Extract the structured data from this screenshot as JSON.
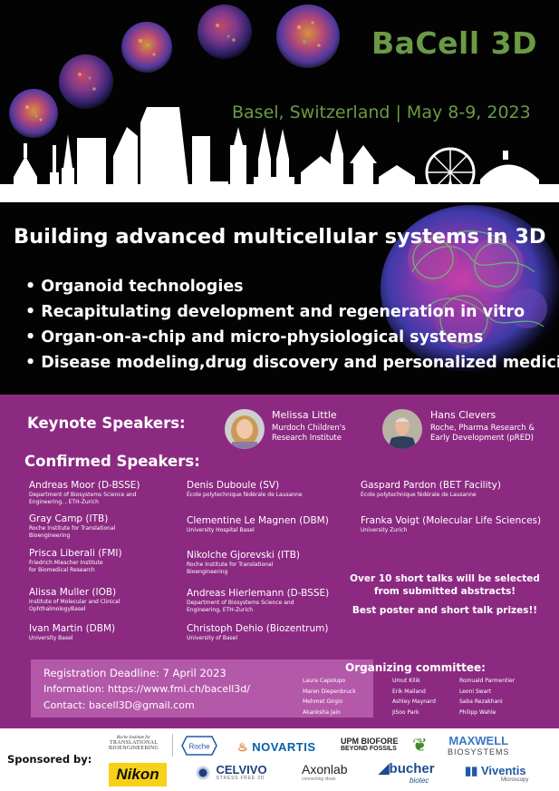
{
  "event": {
    "title": "BaCell 3D",
    "location": "Basel, Switzerland | May 8-9, 2023",
    "headline": "Building advanced multicellular systems in 3D",
    "topics": [
      "Organoid technologies",
      "Recapitulating development and regeneration in vitro",
      "Organ-on-a-chip and micro-physiological systems",
      "Disease modeling,drug discovery and personalized medicine"
    ]
  },
  "keynote": {
    "heading": "Keynote Speakers:",
    "speakers": [
      {
        "name": "Melissa Little",
        "affiliation_lines": [
          "Murdoch Children's",
          "Research Institute"
        ]
      },
      {
        "name": "Hans Clevers",
        "affiliation_lines": [
          "Roche, Pharma Research &",
          "Early Development (pRED)"
        ]
      }
    ]
  },
  "confirmed": {
    "heading": "Confirmed Speakers:",
    "columns": [
      [
        {
          "name": "Andreas Moor (D-BSSE)",
          "affiliation_lines": [
            "Department of Biosystems Science and",
            "Engineering, , ETH-Zurich"
          ]
        },
        {
          "name": "Gray Camp (ITB)",
          "affiliation_lines": [
            "Roche Institute for Translational",
            "Bioengineering"
          ]
        },
        {
          "name": "Prisca Liberali (FMI)",
          "affiliation_lines": [
            "Friedrich Miescher Institute",
            "for Biomedical Research"
          ]
        },
        {
          "name": "Alissa Muller (IOB)",
          "affiliation_lines": [
            "Institute of Molecular and Clinical",
            "OphthalmologyBasel"
          ]
        },
        {
          "name": "Ivan Martin (DBM)",
          "affiliation_lines": [
            "University Basel"
          ]
        }
      ],
      [
        {
          "name": "Denis Duboule (SV)",
          "affiliation_lines": [
            "École polytechnique fédérale de Lausanne"
          ]
        },
        {
          "name": "Clementine Le Magnen (DBM)",
          "affiliation_lines": [
            "University Hospital Basel"
          ]
        },
        {
          "name": "Nikolche Gjorevski (ITB)",
          "affiliation_lines": [
            "Roche Institute for Translational",
            "Bioengineering"
          ]
        },
        {
          "name": "Andreas Hierlemann (D-BSSE)",
          "affiliation_lines": [
            "Department of Biosystems Science and",
            "Engineering, ETH-Zurich"
          ]
        },
        {
          "name": "Christoph Dehio (Biozentrum)",
          "affiliation_lines": [
            "University of Basel"
          ]
        }
      ],
      [
        {
          "name": "Gaspard Pardon (BET Facility)",
          "affiliation_lines": [
            "École polytechnique fédérale de Lausanne"
          ]
        },
        {
          "name": "Franka Voigt (Molecular Life Sciences)",
          "affiliation_lines": [
            "University Zurich"
          ]
        }
      ]
    ],
    "notes": [
      "Over 10 short talks will be selected",
      "from submitted abstracts!",
      "Best poster and short talk prizes!!"
    ]
  },
  "registration": {
    "deadline": "Registration Deadline: 7 April 2023",
    "info": "Information: https://www.fmi.ch/bacell3d/",
    "contact": "Contact: bacell3D@gmail.com"
  },
  "committee": {
    "heading": "Organizing committee:",
    "columns": [
      [
        "Laura Capolupo",
        "Maren Diepenbruck",
        "Mehmet Girgin",
        "Akanksha Jain"
      ],
      [
        "Umut Kilik",
        "Erik Mailand",
        "Ashley Maynard",
        "JiSoo Park"
      ],
      [
        "Romuald Parmentier",
        "Leoni Swart",
        "Saba Rezakhani",
        "Philipp Wahle"
      ]
    ]
  },
  "sponsors": {
    "label": "Sponsored by:",
    "roche_itb": [
      "Roche Institute for",
      "TRANSLATIONAL",
      "BIOENGINEERING"
    ],
    "roche": "Roche",
    "novartis": "NOVARTIS",
    "upm": [
      "UPM BIOFORE",
      "BEYOND FOSSILS"
    ],
    "maxwell": [
      "MAXWELL",
      "BIOSYSTEMS"
    ],
    "nikon": "Nikon",
    "celvivo": [
      "CELVIVO",
      "STRESS FREE 3D"
    ],
    "axonlab": [
      "Axonlab",
      "connecting ideas"
    ],
    "bucher": [
      "bucher",
      "biotec"
    ],
    "viventis": [
      "Viventis",
      "Microscopy"
    ]
  },
  "colors": {
    "title_green": "#6a9a45",
    "purple": "#8c2a82",
    "reg_box": "#b458a9"
  }
}
